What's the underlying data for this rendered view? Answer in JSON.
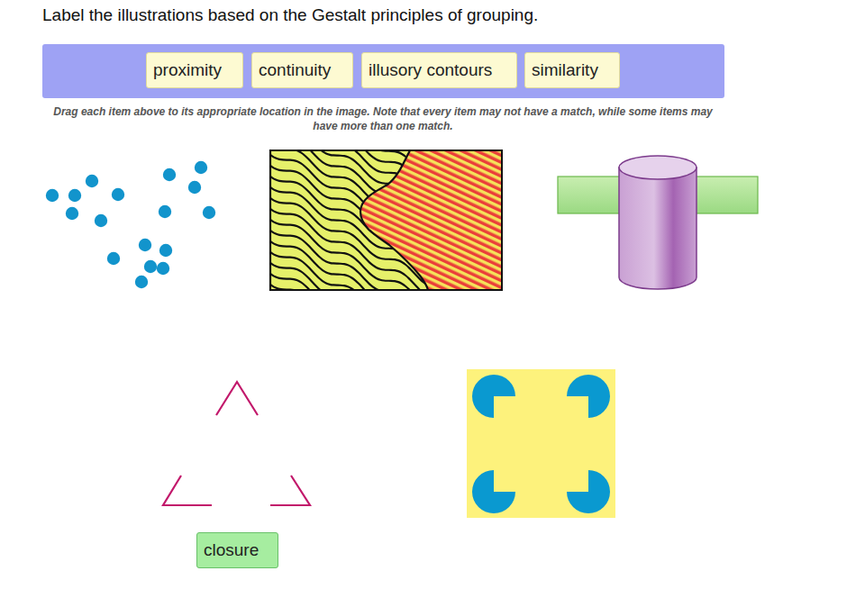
{
  "diagram": {
    "title": "Label the illustrations based on the Gestalt principles of grouping.",
    "nodes": [
      {
        "text": [
          "proximity"
        ]
      },
      {
        "text": [
          "continuity"
        ]
      },
      {
        "text": [
          "illusory contours"
        ]
      },
      {
        "text": [
          "similarity"
        ]
      },
      {
        "text": [
          "closure"
        ]
      }
    ],
    "labels": [
      "Drag each item above to its appropriate location in the image. Note that every item may not have a match, while some items may have more than one match."
    ]
  }
}
